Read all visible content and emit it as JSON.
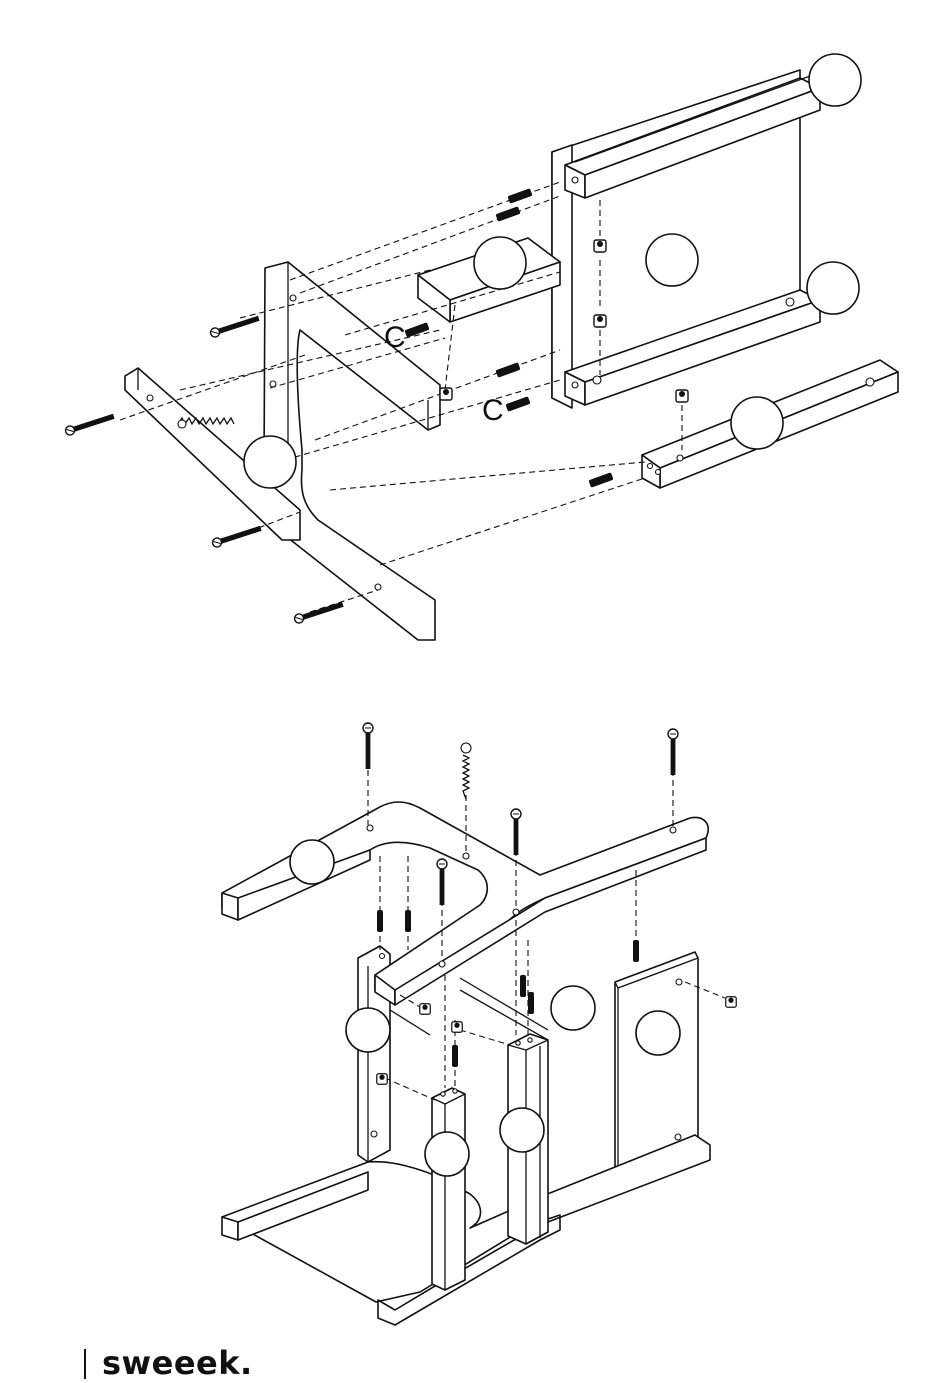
{
  "step1": {
    "part_labels": [
      "C",
      "C"
    ]
  },
  "brand": {
    "logo_text": "sweeek."
  },
  "colors": {
    "line": "#111111",
    "fill": "#ffffff"
  }
}
